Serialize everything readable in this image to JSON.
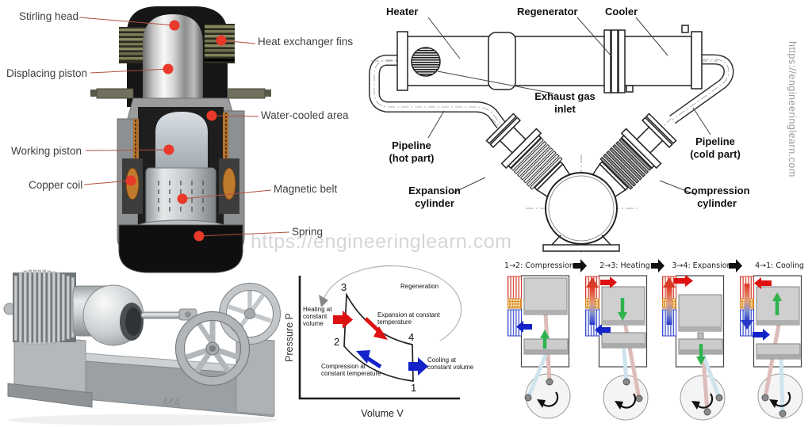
{
  "cutaway": {
    "labels": [
      "Stirling head",
      "Heat exchanger fins",
      "Displacing piston",
      "Water-cooled area",
      "Working piston",
      "Copper coil",
      "Magnetic belt",
      "Spring"
    ]
  },
  "schematic": {
    "heater": "Heater",
    "regenerator": "Regenerator",
    "cooler": "Cooler",
    "exhaust_inlet": "Exhaust gas\ninlet",
    "pipeline_hot": "Pipeline\n(hot part)",
    "pipeline_cold": "Pipeline\n(cold part)",
    "expansion_cylinder": "Expansion\ncylinder",
    "compression_cylinder": "Compression\ncylinder"
  },
  "chart_data": {
    "type": "line",
    "title": "Stirling cycle P-V diagram",
    "xlabel": "Volume V",
    "ylabel": "Pressure P",
    "axis_numeric_labels": false,
    "cycle_points": [
      {
        "label": "3",
        "x_rel": 0.3,
        "y_rel": 0.85
      },
      {
        "label": "4",
        "x_rel": 0.72,
        "y_rel": 0.44
      },
      {
        "label": "1",
        "x_rel": 0.73,
        "y_rel": 0.14
      },
      {
        "label": "2",
        "x_rel": 0.28,
        "y_rel": 0.43
      }
    ],
    "processes": [
      {
        "from": "2",
        "to": "3",
        "label": "Heating at\nconstant\nvolume",
        "color": "#dd1111"
      },
      {
        "from": "3",
        "to": "4",
        "label": "Expansion at constant\ntemperature",
        "color": "#dd1111"
      },
      {
        "from": "4",
        "to": "1",
        "label": "Cooling at\nconstant volume",
        "color": "#1323c8"
      },
      {
        "from": "1",
        "to": "2",
        "label": "Compression at\nconstant temperature",
        "color": "#1323c8"
      }
    ],
    "annotation": "Regeneration"
  },
  "pv_diagram": {
    "ylabel": "Pressure P",
    "xlabel": "Volume V",
    "point_labels": [
      "1",
      "2",
      "3",
      "4"
    ],
    "heating": "Heating at\nconstant\nvolume",
    "expansion": "Expansion at constant\ntemperature",
    "regeneration": "Regeneration",
    "compression": "Compression at\nconstant temperature",
    "cooling": "Cooling at\nconstant volume"
  },
  "cycle_steps": {
    "titles": [
      "1→2: Compression",
      "2→3: Heating",
      "3→4: Expansion",
      "4→1: Cooling"
    ]
  },
  "photo": {
    "engraving": "MA"
  },
  "watermarks": {
    "center": "https://engineeringlearn.com",
    "side": "https://engineeringlearn.com"
  },
  "colors": {
    "label_dot": "#e8392a",
    "hot": "#dd1111",
    "cold": "#1323c8",
    "green": "#2eb34d"
  }
}
